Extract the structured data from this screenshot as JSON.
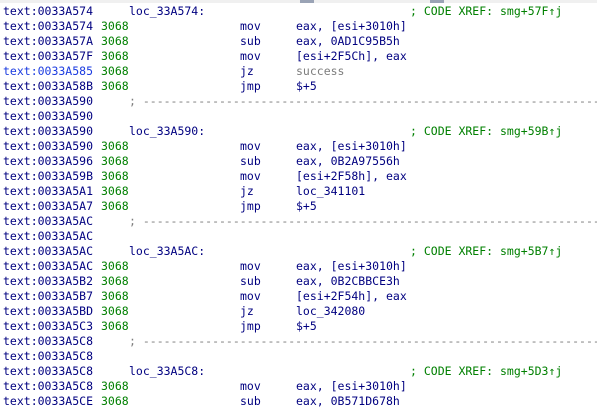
{
  "lines": [
    {
      "addr": "text:0033A574",
      "stack": "",
      "label": "loc_33A574:",
      "mnem": "",
      "ops": "",
      "xref": "; CODE XREF: smg+57F↑j",
      "sep": ""
    },
    {
      "addr": "text:0033A574",
      "stack": "3068",
      "label": "",
      "mnem": "mov",
      "ops": "eax, [esi+3010h]",
      "xref": "",
      "sep": ""
    },
    {
      "addr": "text:0033A57A",
      "stack": "3068",
      "label": "",
      "mnem": "sub",
      "ops": "eax, 0AD1C95B5h",
      "xref": "",
      "sep": ""
    },
    {
      "addr": "text:0033A57F",
      "stack": "3068",
      "label": "",
      "mnem": "mov",
      "ops": "[esi+2F5Ch], eax",
      "xref": "",
      "sep": ""
    },
    {
      "addr": "text:0033A585",
      "stack": "3068",
      "label": "",
      "mnem": "jz",
      "ops": "success",
      "xref": "",
      "sep": "",
      "current": true
    },
    {
      "addr": "text:0033A58B",
      "stack": "3068",
      "label": "",
      "mnem": "jmp",
      "ops": "$+5",
      "xref": "",
      "sep": ""
    },
    {
      "addr": "text:0033A590",
      "stack": "",
      "label": "",
      "mnem": "",
      "ops": "",
      "xref": "",
      "sep": "; ---------------------------------------------------------------------------"
    },
    {
      "addr": "text:0033A590",
      "stack": "",
      "label": "",
      "mnem": "",
      "ops": "",
      "xref": "",
      "sep": ""
    },
    {
      "addr": "text:0033A590",
      "stack": "",
      "label": "loc_33A590:",
      "mnem": "",
      "ops": "",
      "xref": "; CODE XREF: smg+59B↑j",
      "sep": ""
    },
    {
      "addr": "text:0033A590",
      "stack": "3068",
      "label": "",
      "mnem": "mov",
      "ops": "eax, [esi+3010h]",
      "xref": "",
      "sep": ""
    },
    {
      "addr": "text:0033A596",
      "stack": "3068",
      "label": "",
      "mnem": "sub",
      "ops": "eax, 0B2A97556h",
      "xref": "",
      "sep": ""
    },
    {
      "addr": "text:0033A59B",
      "stack": "3068",
      "label": "",
      "mnem": "mov",
      "ops": "[esi+2F58h], eax",
      "xref": "",
      "sep": ""
    },
    {
      "addr": "text:0033A5A1",
      "stack": "3068",
      "label": "",
      "mnem": "jz",
      "ops": "loc_341101",
      "xref": "",
      "sep": ""
    },
    {
      "addr": "text:0033A5A7",
      "stack": "3068",
      "label": "",
      "mnem": "jmp",
      "ops": "$+5",
      "xref": "",
      "sep": ""
    },
    {
      "addr": "text:0033A5AC",
      "stack": "",
      "label": "",
      "mnem": "",
      "ops": "",
      "xref": "",
      "sep": "; ---------------------------------------------------------------------------"
    },
    {
      "addr": "text:0033A5AC",
      "stack": "",
      "label": "",
      "mnem": "",
      "ops": "",
      "xref": "",
      "sep": ""
    },
    {
      "addr": "text:0033A5AC",
      "stack": "",
      "label": "loc_33A5AC:",
      "mnem": "",
      "ops": "",
      "xref": "; CODE XREF: smg+5B7↑j",
      "sep": ""
    },
    {
      "addr": "text:0033A5AC",
      "stack": "3068",
      "label": "",
      "mnem": "mov",
      "ops": "eax, [esi+3010h]",
      "xref": "",
      "sep": ""
    },
    {
      "addr": "text:0033A5B2",
      "stack": "3068",
      "label": "",
      "mnem": "sub",
      "ops": "eax, 0B2CBBCE3h",
      "xref": "",
      "sep": ""
    },
    {
      "addr": "text:0033A5B7",
      "stack": "3068",
      "label": "",
      "mnem": "mov",
      "ops": "[esi+2F54h], eax",
      "xref": "",
      "sep": ""
    },
    {
      "addr": "text:0033A5BD",
      "stack": "3068",
      "label": "",
      "mnem": "jz",
      "ops": "loc_342080",
      "xref": "",
      "sep": ""
    },
    {
      "addr": "text:0033A5C3",
      "stack": "3068",
      "label": "",
      "mnem": "jmp",
      "ops": "$+5",
      "xref": "",
      "sep": ""
    },
    {
      "addr": "text:0033A5C8",
      "stack": "",
      "label": "",
      "mnem": "",
      "ops": "",
      "xref": "",
      "sep": "; ---------------------------------------------------------------------------"
    },
    {
      "addr": "text:0033A5C8",
      "stack": "",
      "label": "",
      "mnem": "",
      "ops": "",
      "xref": "",
      "sep": ""
    },
    {
      "addr": "text:0033A5C8",
      "stack": "",
      "label": "loc_33A5C8:",
      "mnem": "",
      "ops": "",
      "xref": "; CODE XREF: smg+5D3↑j",
      "sep": ""
    },
    {
      "addr": "text:0033A5C8",
      "stack": "3068",
      "label": "",
      "mnem": "mov",
      "ops": "eax, [esi+3010h]",
      "xref": "",
      "sep": ""
    },
    {
      "addr": "text:0033A5CE",
      "stack": "3068",
      "label": "",
      "mnem": "sub",
      "ops": "eax, 0B571D678h",
      "xref": "",
      "sep": ""
    }
  ],
  "colors": {
    "address": "#000080",
    "current_address": "#1b3be0",
    "stack": "#008000",
    "comment": "#008000",
    "separator": "#7d7d7d",
    "data_ref": "#7d7d7d"
  }
}
